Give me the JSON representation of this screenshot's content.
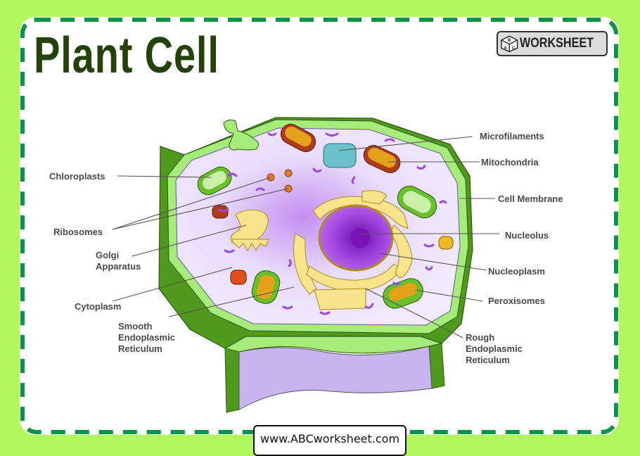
{
  "title": "Plant Cell",
  "badge": {
    "label": "WORKSHEET",
    "cube_letters": [
      "B",
      "A",
      "C"
    ]
  },
  "footer": {
    "url": "www.ABCworksheet.com"
  },
  "colors": {
    "background": "#b2f75f",
    "border_dash": "#0b9447",
    "title": "#25420a",
    "cell_wall": "#4f9a1c",
    "cell_membrane": "#a6ec7a",
    "cytoplasm": "#e9e0fb",
    "nucleus": "#9b2fd6",
    "label_text": "#4a4a4a"
  },
  "labels": {
    "left": {
      "chloroplasts": "Chloroplasts",
      "ribosomes": "Ribosomes",
      "golgi": [
        "Golgi",
        "Apparatus"
      ],
      "cytoplasm": "Cytoplasm",
      "smooth_er": [
        "Smooth",
        "Endoplasmic",
        "Reticulum"
      ]
    },
    "right": {
      "microfilaments": "Microfilaments",
      "mitochondria": "Mitochondria",
      "cell_membrane": "Cell Membrane",
      "nucleolus": "Nucleolus",
      "nucleoplasm": "Nucleoplasm",
      "peroxisomes": "Peroxisomes",
      "rough_er": [
        "Rough",
        "Endoplasmic",
        "Reticulum"
      ]
    }
  }
}
